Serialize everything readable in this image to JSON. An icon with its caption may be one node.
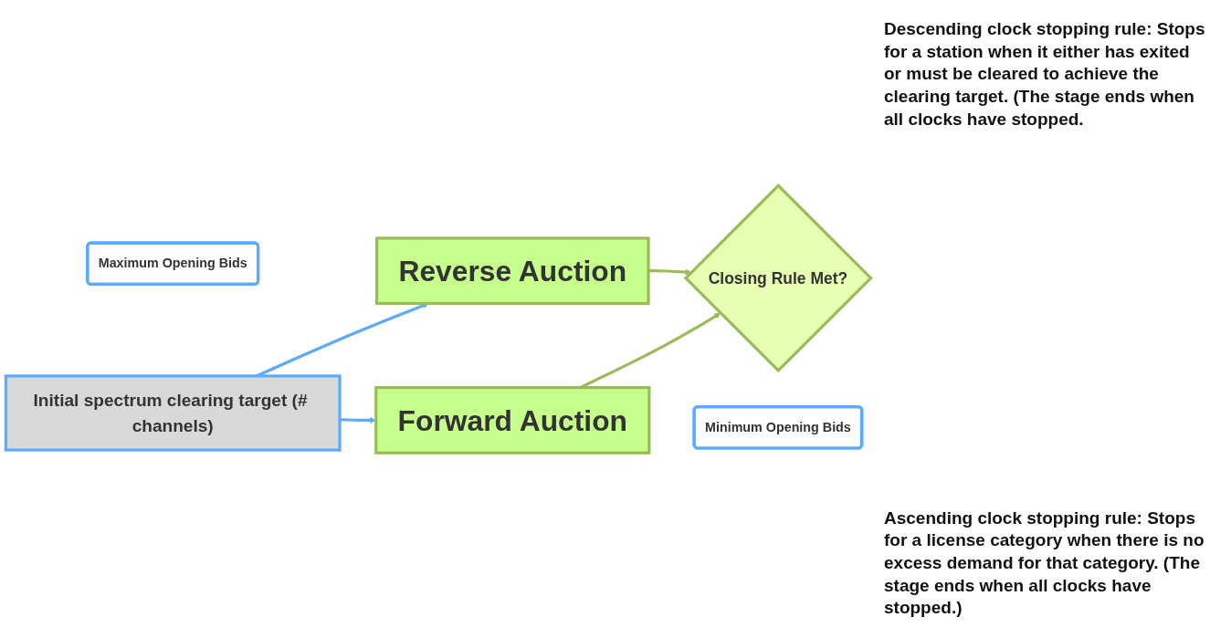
{
  "diagram": {
    "nodes": [
      {
        "text": [
          "Maximum Opening Bids"
        ]
      },
      {
        "text": [
          "Reverse Auction"
        ]
      },
      {
        "text": [
          "Initial spectrum clearing target (# channels)"
        ]
      },
      {
        "text": [
          "Closing Rule Met?"
        ]
      },
      {
        "text": [
          "Forward Auction"
        ]
      },
      {
        "text": [
          "Minimum Opening Bids"
        ]
      }
    ],
    "edges": [
      {
        "from": 2,
        "to": 1,
        "arrow": "to",
        "color": "#5aabff"
      },
      {
        "from": 2,
        "to": 4,
        "arrow": "to",
        "color": "#5aabff"
      },
      {
        "from": 1,
        "to": 3,
        "arrow": "to",
        "color": "#9bbb59"
      },
      {
        "from": 4,
        "to": 3,
        "arrow": "to",
        "color": "#9bbb59"
      }
    ],
    "labels": [
      "Descending clock stopping rule: Stops for a station when it either has exited or must be cleared to achieve the clearing target. (The stage ends when all clocks have stopped.",
      "Ascending clock stopping rule: Stops for a license category when there is no excess demand for that category. (The stage ends when all clocks have stopped.)"
    ]
  }
}
